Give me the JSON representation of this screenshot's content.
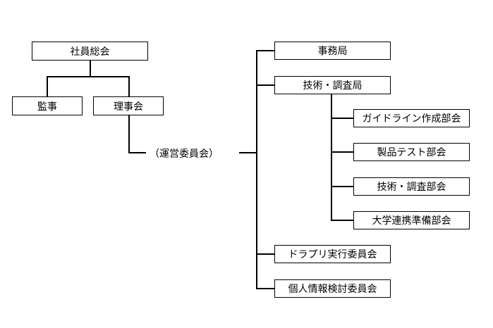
{
  "org_chart": {
    "general_assembly": "社員総会",
    "auditor": "監事",
    "board": "理事会",
    "steering_committee": "（運営委員会）",
    "secretariat": "事務局",
    "tech_research_bureau": "技術・調査局",
    "subcommittees": [
      "ガイドライン作成部会",
      "製品テスト部会",
      "技術・調査部会",
      "大学連携準備部会"
    ],
    "drapuri_committee": "ドラプリ実行委員会",
    "privacy_committee": "個人情報検討委員会"
  }
}
